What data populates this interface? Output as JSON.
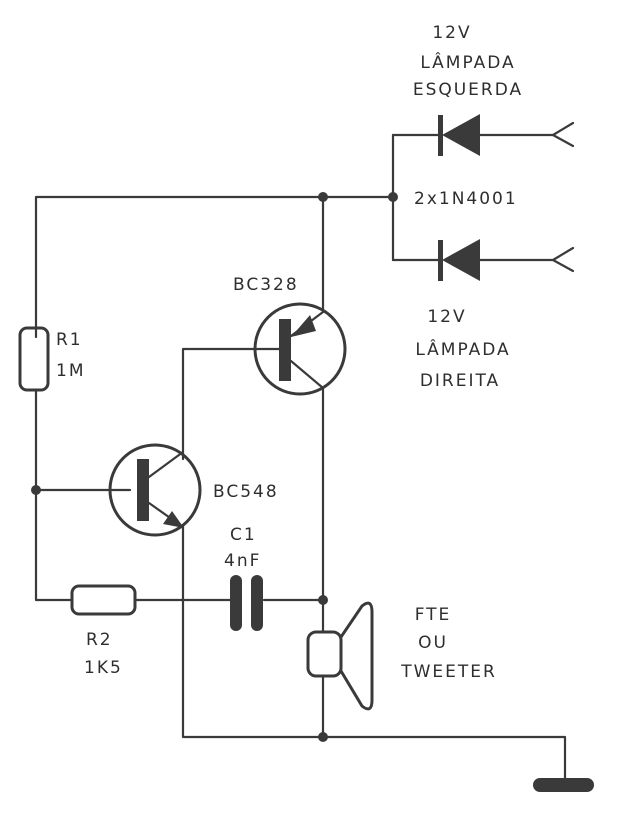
{
  "diagram": {
    "type": "electronic-schematic",
    "colors": {
      "ink": "#3a3a3a",
      "paper": "#ffffff"
    },
    "components": {
      "diode_top": {
        "voltage": "12V",
        "label_line1": "LÂMPADA",
        "label_line2": "ESQUERDA"
      },
      "diode_part": "2x1N4001",
      "diode_bottom": {
        "voltage": "12V",
        "label_line1": "LÂMPADA",
        "label_line2": "DIREITA"
      },
      "r1": {
        "ref": "R1",
        "value": "1M"
      },
      "r2": {
        "ref": "R2",
        "value": "1K5"
      },
      "c1": {
        "ref": "C1",
        "value": "4nF"
      },
      "q1": {
        "part": "BC328"
      },
      "q2": {
        "part": "BC548"
      },
      "speaker": {
        "line1": "FTE",
        "line2": "OU",
        "line3": "TWEETER"
      }
    }
  }
}
